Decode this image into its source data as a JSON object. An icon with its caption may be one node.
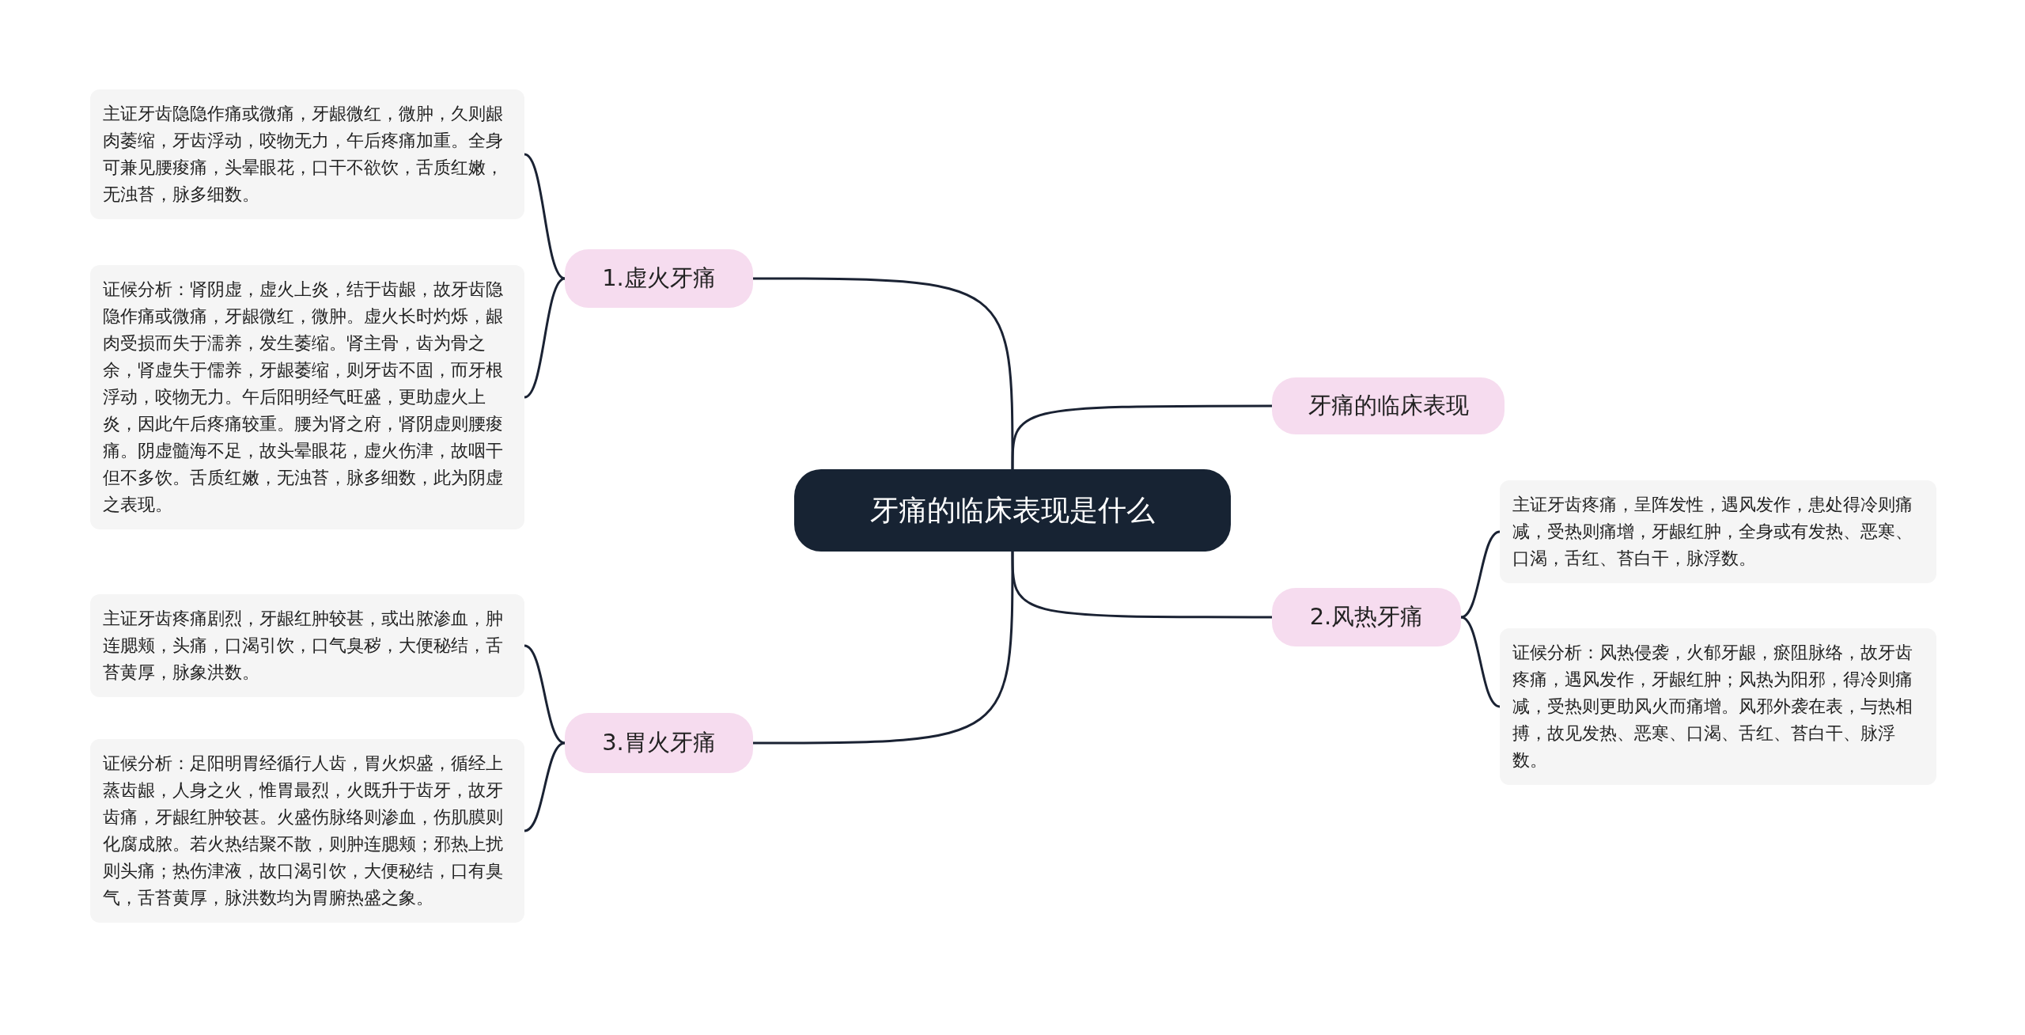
{
  "diagram": {
    "nodes": [
      {
        "text": [
          "牙痛的临床表现是什么"
        ]
      },
      {
        "text": [
          "牙痛的临床表现"
        ]
      },
      {
        "text": [
          "1.虚火牙痛"
        ]
      },
      {
        "text": [
          "主证牙齿隐隐作痛或微痛，牙龈微红，微肿，久则龈肉萎缩，牙齿浮动，咬物无力，午后疼痛加重。全身可兼见腰痠痛，头晕眼花，口干不欲饮，舌质红嫩，无浊苔，脉多细数。"
        ]
      },
      {
        "text": [
          "证候分析：肾阴虚，虚火上炎，结于齿龈，故牙齿隐隐作痛或微痛，牙龈微红，微肿。虚火长时灼烁，龈肉受损而失于濡养，发生萎缩。肾主骨，齿为骨之余，肾虚失于儒养，牙龈萎缩，则牙齿不固，而牙根浮动，咬物无力。午后阳明经气旺盛，更助虚火上炎，因此午后疼痛较重。腰为肾之府，肾阴虚则腰痠痛。阴虚髓海不足，故头晕眼花，虚火伤津，故咽干但不多饮。舌质红嫩，无浊苔，脉多细数，此为阴虚之表现。"
        ]
      },
      {
        "text": [
          "2.风热牙痛"
        ]
      },
      {
        "text": [
          "主证牙齿疼痛，呈阵发性，遇风发作，患处得冷则痛减，受热则痛增，牙龈红肿，全身或有发热、恶寒、口渴，舌红、苔白干，脉浮数。"
        ]
      },
      {
        "text": [
          "证候分析：风热侵袭，火郁牙龈，瘀阻脉络，故牙齿疼痛，遇风发作，牙龈红肿；风热为阳邪，得冷则痛减，受热则更助风火而痛增。风邪外袭在表，与热相搏，故见发热、恶寒、口渴、舌红、苔白干、脉浮数。"
        ]
      },
      {
        "text": [
          "3.胃火牙痛"
        ]
      },
      {
        "text": [
          "主证牙齿疼痛剧烈，牙龈红肿较甚，或出脓渗血，肿连腮颊，头痛，口渴引饮，口气臭秽，大便秘结，舌苔黄厚，脉象洪数。"
        ]
      },
      {
        "text": [
          "证候分析：足阳明胃经循行人齿，胃火炽盛，循经上蒸齿龈，人身之火，惟胃最烈，火既升于齿牙，故牙齿痛，牙龈红肿较甚。火盛伤脉络则渗血，伤肌膜则化腐成脓。若火热结聚不散，则肿连腮颊；邪热上扰则头痛；热伤津液，故口渴引饮，大便秘结，口有臭气，舌苔黄厚，脉洪数均为胃腑热盛之象。"
        ]
      }
    ],
    "edges": [
      {
        "from": 0,
        "to": 1,
        "arrow": "none"
      },
      {
        "from": 0,
        "to": 2,
        "arrow": "none"
      },
      {
        "from": 2,
        "to": 3,
        "arrow": "none"
      },
      {
        "from": 2,
        "to": 4,
        "arrow": "none"
      },
      {
        "from": 0,
        "to": 5,
        "arrow": "none"
      },
      {
        "from": 5,
        "to": 6,
        "arrow": "none"
      },
      {
        "from": 5,
        "to": 7,
        "arrow": "none"
      },
      {
        "from": 0,
        "to": 8,
        "arrow": "none"
      },
      {
        "from": 8,
        "to": 9,
        "arrow": "none"
      },
      {
        "from": 8,
        "to": 10,
        "arrow": "none"
      }
    ]
  }
}
